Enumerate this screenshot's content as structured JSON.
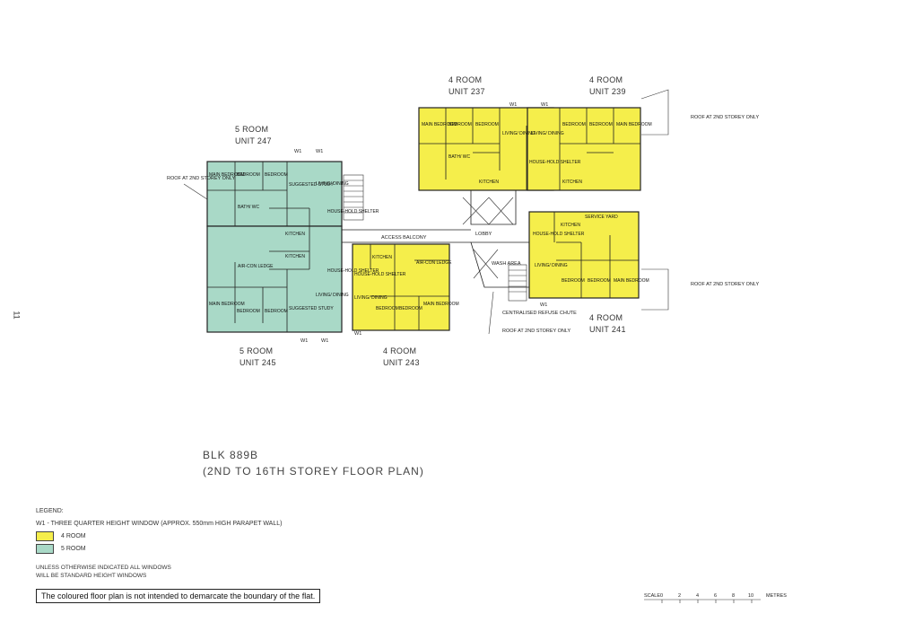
{
  "colors": {
    "four_room": "#f5ee4b",
    "five_room": "#a9d9c7",
    "line": "#222222"
  },
  "page_number": "11",
  "units": {
    "u247": {
      "type": "5 ROOM",
      "unit": "UNIT 247"
    },
    "u245": {
      "type": "5 ROOM",
      "unit": "UNIT 245"
    },
    "u243": {
      "type": "4 ROOM",
      "unit": "UNIT 243"
    },
    "u237": {
      "type": "4 ROOM",
      "unit": "UNIT 237"
    },
    "u239": {
      "type": "4 ROOM",
      "unit": "UNIT 239"
    },
    "u241": {
      "type": "4 ROOM",
      "unit": "UNIT 241"
    }
  },
  "rooms": {
    "main_bedroom": "MAIN BEDROOM",
    "bedroom": "BEDROOM",
    "living_dining": "LIVING/ DINING",
    "kitchen": "KITCHEN",
    "suggested_study": "SUGGESTED STUDY",
    "bath_wc": "BATH/ WC",
    "household_shelter": "HOUSE-HOLD SHELTER",
    "service_yard": "SERVICE YARD",
    "air_con_ledge": "AIR-CON LEDGE"
  },
  "plan_labels": {
    "window": "W1",
    "access_balcony": "ACCESS  BALCONY",
    "lobby": "LOBBY",
    "wash_area": "WASH AREA",
    "centralised_refuse_chute": "CENTRALISED REFUSE CHUTE",
    "roof": "ROOF AT 2ND STOREY ONLY"
  },
  "title": {
    "line1": "BLK 889B",
    "line2": "(2ND TO 16TH STOREY FLOOR PLAN)"
  },
  "legend": {
    "heading": "LEGEND:",
    "w1": "W1 - THREE QUARTER HEIGHT WINDOW (APPROX. 550mm HIGH PARAPET WALL)",
    "items": [
      {
        "label": "4 ROOM"
      },
      {
        "label": "5 ROOM"
      }
    ]
  },
  "note": {
    "line1": "UNLESS OTHERWISE INDICATED ALL WINDOWS",
    "line2": "WILL BE STANDARD HEIGHT WINDOWS"
  },
  "disclaimer": "The coloured floor plan is not intended to demarcate the boundary of the flat.",
  "scale": {
    "label": "SCALE",
    "ticks": [
      "0",
      "2",
      "4",
      "6",
      "8",
      "10"
    ],
    "unit": "METRES"
  }
}
